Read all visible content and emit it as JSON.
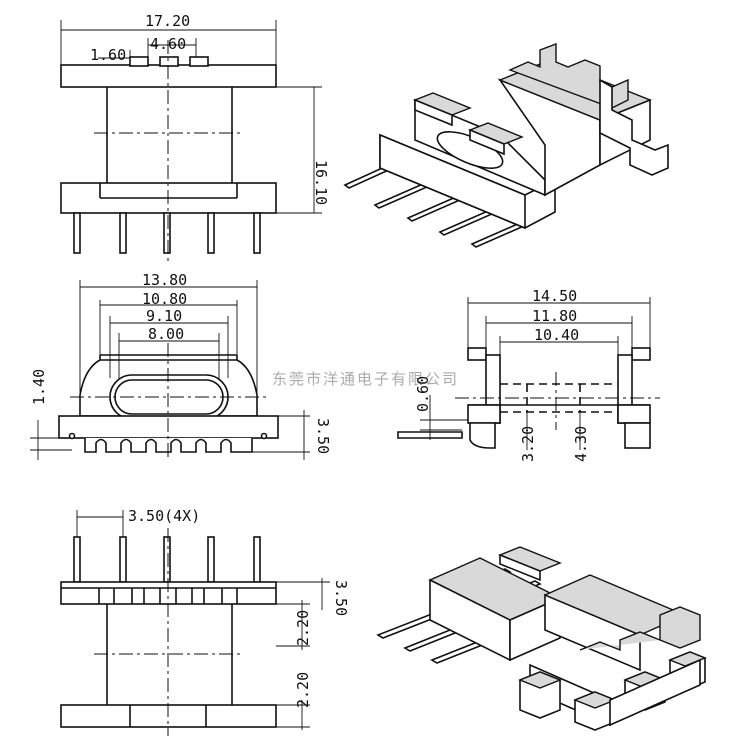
{
  "views": {
    "top": {
      "dims": {
        "width": "17.20",
        "pin_gap": "4.60",
        "offset": "1.60",
        "height": "16.10"
      }
    },
    "front": {
      "dims": {
        "d1": "13.80",
        "d2": "10.80",
        "d3": "9.10",
        "d4": "8.00",
        "left": "1.40",
        "right": "3.50"
      }
    },
    "side": {
      "dims": {
        "d1": "14.50",
        "d2": "11.80",
        "d3": "10.40",
        "small": "0.60",
        "v1": "3.20",
        "v2": "4.30"
      }
    },
    "bottom": {
      "dims": {
        "pitch": "3.50(4X)",
        "side": "3.50",
        "a": "2.20",
        "b": "2.20"
      }
    }
  },
  "watermark": "东莞市洋通电子有限公司"
}
